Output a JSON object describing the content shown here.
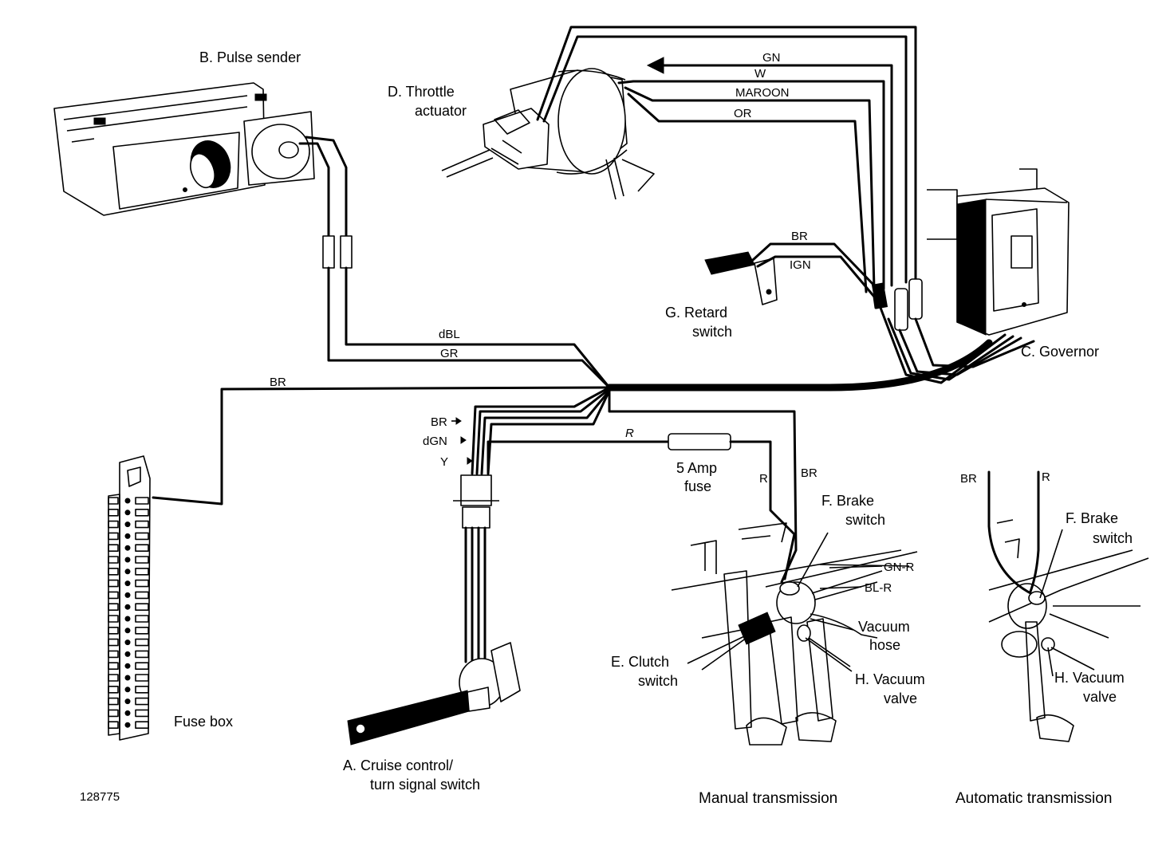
{
  "labels": {
    "pulse_sender": "B.  Pulse sender",
    "throttle_actuator_1": "D.  Throttle",
    "throttle_actuator_2": "actuator",
    "retard_switch_1": "G.  Retard",
    "retard_switch_2": "switch",
    "governor": "C.  Governor",
    "fuse_box": "Fuse box",
    "cruise_switch_1": "A.  Cruise control/",
    "cruise_switch_2": "turn signal switch",
    "fuse_1": "5 Amp",
    "fuse_2": "fuse",
    "brake_switch_manual_1": "F.  Brake",
    "brake_switch_manual_2": "switch",
    "clutch_switch_1": "E.  Clutch",
    "clutch_switch_2": "switch",
    "vacuum_hose_1": "Vacuum",
    "vacuum_hose_2": "hose",
    "vacuum_valve_manual_1": "H.  Vacuum",
    "vacuum_valve_manual_2": "valve",
    "brake_switch_auto_1": "F.  Brake",
    "brake_switch_auto_2": "switch",
    "vacuum_valve_auto_1": "H.  Vacuum",
    "vacuum_valve_auto_2": "valve"
  },
  "wires": {
    "gn": "GN",
    "w": "W",
    "maroon": "MAROON",
    "or": "OR",
    "br_retard": "BR",
    "ign": "IGN",
    "dbl": "dBL",
    "gr": "GR",
    "br_fuse": "BR",
    "br_switch": "BR",
    "dgn": "dGN",
    "y": "Y",
    "r_fuse": "R",
    "r_brake": "R",
    "br_brake": "BR",
    "gn_r": "GN-R",
    "bl_r": "BL-R",
    "br_auto": "BR",
    "r_auto": "R"
  },
  "captions": {
    "figure_number": "128775",
    "manual": "Manual transmission",
    "automatic": "Automatic transmission"
  }
}
